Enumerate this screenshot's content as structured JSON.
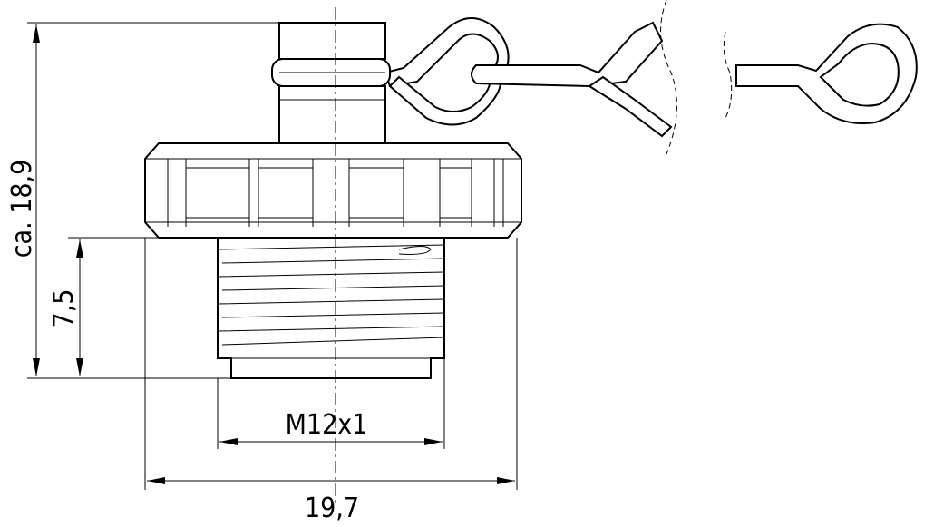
{
  "dimensions": {
    "overall_height": "ca. 18,9",
    "thread_length": "7,5",
    "thread_size": "M12x1",
    "overall_width": "19,7"
  }
}
